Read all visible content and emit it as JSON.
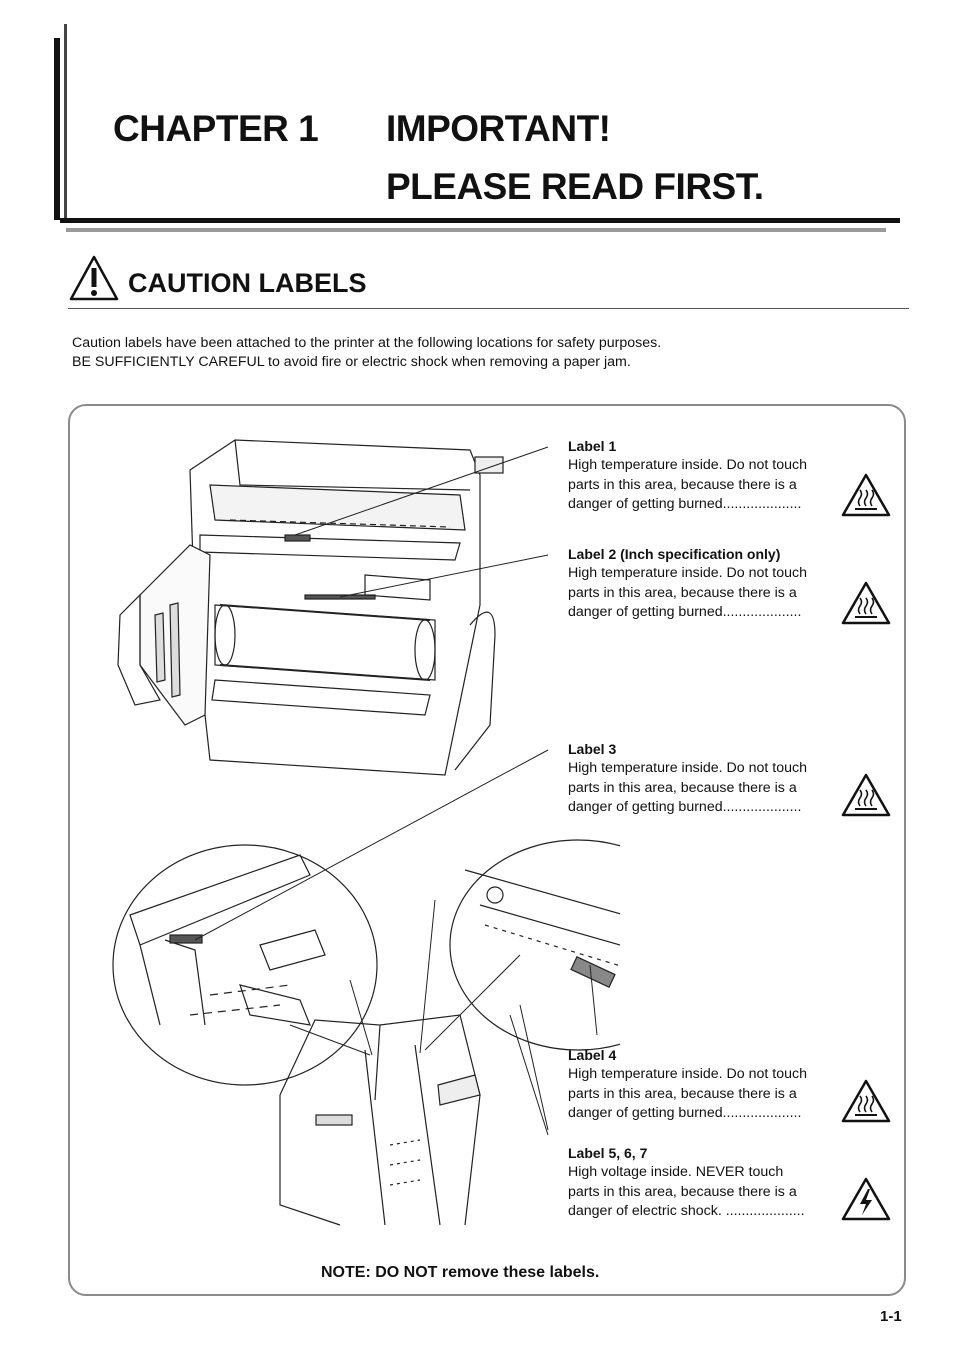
{
  "header": {
    "chapter": "CHAPTER 1",
    "title_line1": "IMPORTANT!",
    "title_line2": "PLEASE READ FIRST."
  },
  "section": {
    "title": "CAUTION LABELS",
    "icon": "caution-triangle-icon",
    "intro_line1": "Caution labels have been attached to the printer at the following locations for safety purposes.",
    "intro_line2": "BE SUFFICIENTLY CAREFUL to avoid fire or electric shock when removing a paper jam."
  },
  "labels": [
    {
      "title": "Label 1",
      "line1": "High temperature inside. Do not touch",
      "line2": "parts in this area, because there is a",
      "line3": "danger of getting burned....................",
      "icon": "hot-surface-icon"
    },
    {
      "title": "Label 2 (Inch specification only)",
      "line1": "High temperature inside. Do not touch",
      "line2": "parts in this area, because there is a",
      "line3": "danger of getting burned....................",
      "icon": "hot-surface-icon"
    },
    {
      "title": "Label 3",
      "line1": "High temperature inside. Do not touch",
      "line2": "parts in this area, because there is a",
      "line3": "danger of getting burned....................",
      "icon": "hot-surface-icon"
    },
    {
      "title": "Label 4",
      "line1": "High temperature inside. Do not touch",
      "line2": "parts in this area, because there is a",
      "line3": "danger of getting burned....................",
      "icon": "hot-surface-icon"
    },
    {
      "title": "Label 5, 6, 7",
      "line1": "High voltage inside.  NEVER touch",
      "line2": "parts in this area, because there is a",
      "line3": "danger of electric shock. ....................",
      "icon": "high-voltage-icon"
    }
  ],
  "note": "NOTE: DO NOT remove these labels.",
  "page_number": "1-1"
}
